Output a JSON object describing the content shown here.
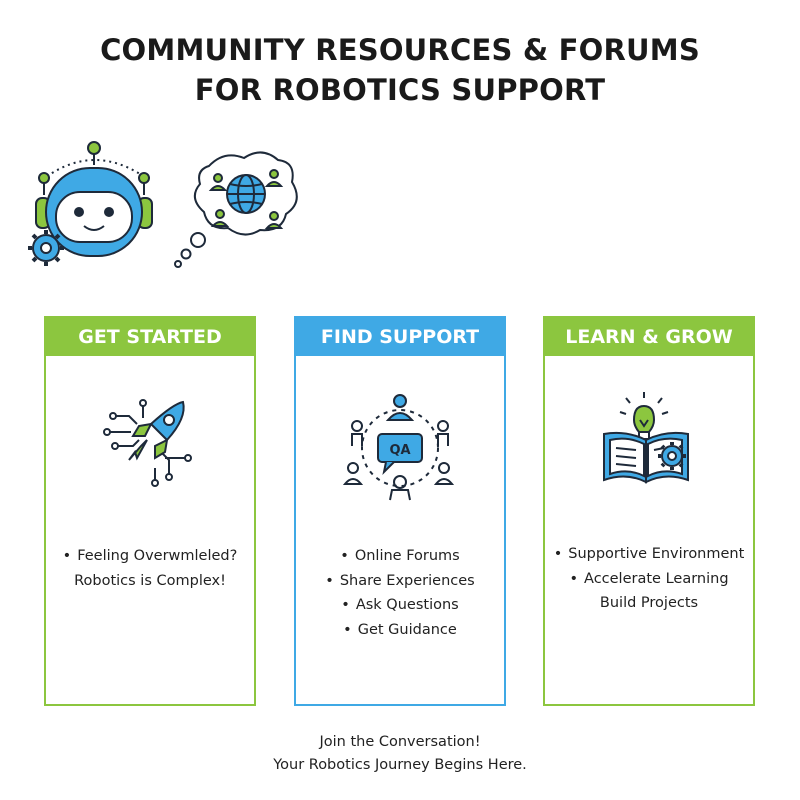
{
  "title": {
    "line1": "COMMUNITY RESOURCES & FORUMS",
    "line2": "FOR ROBOTICS SUPPORT"
  },
  "hero": {
    "robot_icon": "robot-head-icon",
    "bubble_icon": "thought-bubble-globe-icon"
  },
  "colors": {
    "green": "#8cc63f",
    "blue": "#3fa9e5",
    "outline": "#1e2a3a"
  },
  "cards": [
    {
      "heading": "GET STARTED",
      "icon": "rocket-circuit-icon",
      "bullets": [
        "Feeling Overwmleled?"
      ],
      "plain_lines": [
        "Robotics is Complex!"
      ]
    },
    {
      "heading": "FIND SUPPORT",
      "icon": "community-qa-icon",
      "qa_label": "QA",
      "bullets": [
        "Online Forums",
        "Share Experiences",
        "Ask Questions",
        "Get Guidance"
      ],
      "plain_lines": []
    },
    {
      "heading": "LEARN & GROW",
      "icon": "book-lightbulb-gear-icon",
      "bullets": [
        "Supportive Environment",
        "Accelerate Learning"
      ],
      "plain_lines": [
        "Build Projects"
      ]
    }
  ],
  "footer": {
    "line1": "Join the Conversation!",
    "line2": "Your Robotics Journey Begins Here."
  }
}
